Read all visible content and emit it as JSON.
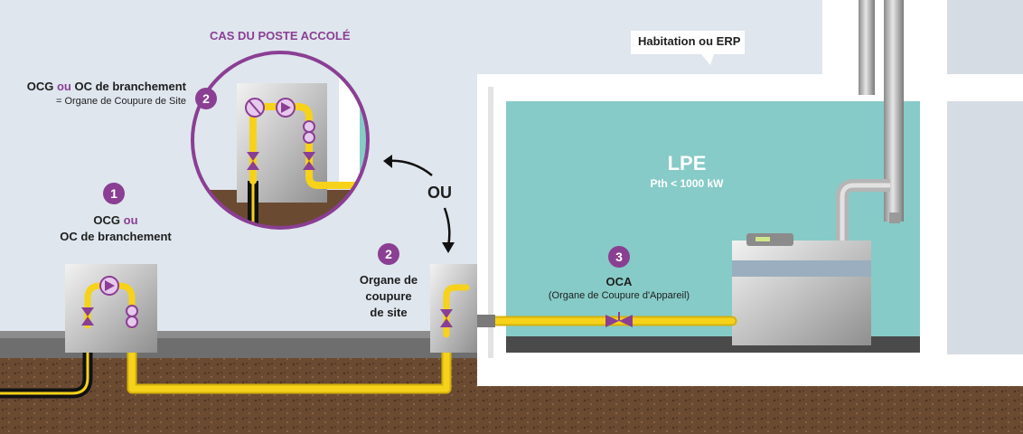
{
  "inset": {
    "title": "CAS DU POSTE ACCOLÉ",
    "badge": "2"
  },
  "ocg_site": {
    "part1": "OCG",
    "part2": "ou",
    "part3": "OC de branchement",
    "subtitle": "= Organe de Coupure de Site"
  },
  "ocg_main": {
    "badge": "1",
    "line1_a": "OCG",
    "line1_b": "ou",
    "line2": "OC de branchement"
  },
  "ou_label": "OU",
  "organe_site": {
    "badge": "2",
    "line1": "Organe de",
    "line2": "coupure",
    "line3": "de site"
  },
  "building_label": "Habitation ou ERP",
  "lpe": {
    "title": "LPE",
    "subtitle": "Pth < 1000 kW"
  },
  "oca": {
    "badge": "3",
    "title": "OCA",
    "subtitle": "(Organe de Coupure d'Appareil)"
  },
  "colors": {
    "purple": "#8a3f93",
    "gas_pipe": "#f6d21a",
    "room_water": "#86cbc7",
    "soil": "#6b4a32"
  }
}
